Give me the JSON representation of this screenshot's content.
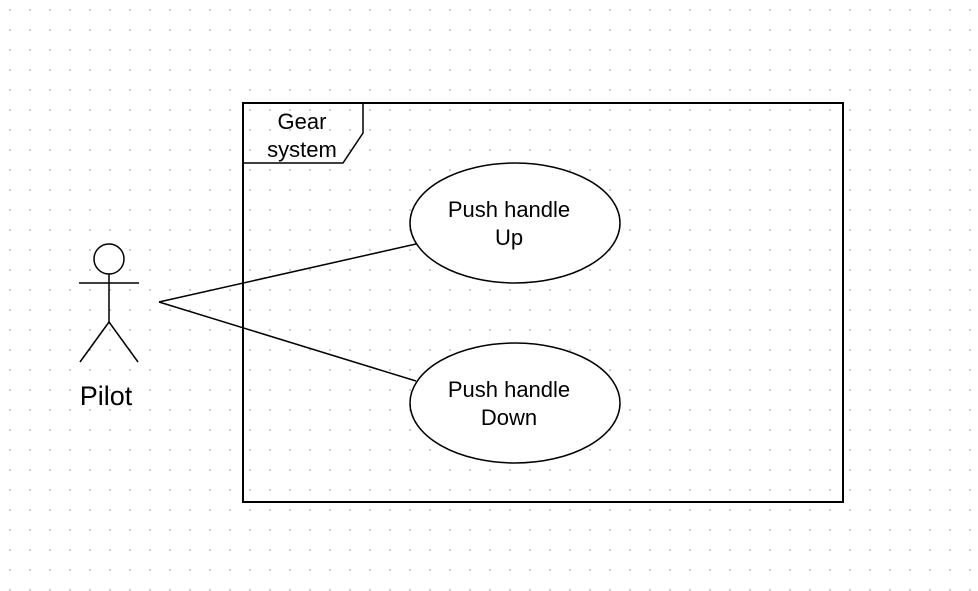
{
  "diagram": {
    "type": "use-case",
    "system_boundary": {
      "label": "Gear\nsystem"
    },
    "actors": [
      {
        "id": "pilot",
        "name": "Pilot"
      }
    ],
    "use_cases": [
      {
        "id": "push-up",
        "label": "Push handle\nUp"
      },
      {
        "id": "push-down",
        "label": "Push handle\nDown"
      }
    ],
    "associations": [
      {
        "from": "pilot",
        "to": "push-up"
      },
      {
        "from": "pilot",
        "to": "push-down"
      }
    ],
    "colors": {
      "stroke": "#000000",
      "fill": "#ffffff",
      "grid_dot": "#c8c8c8"
    }
  }
}
